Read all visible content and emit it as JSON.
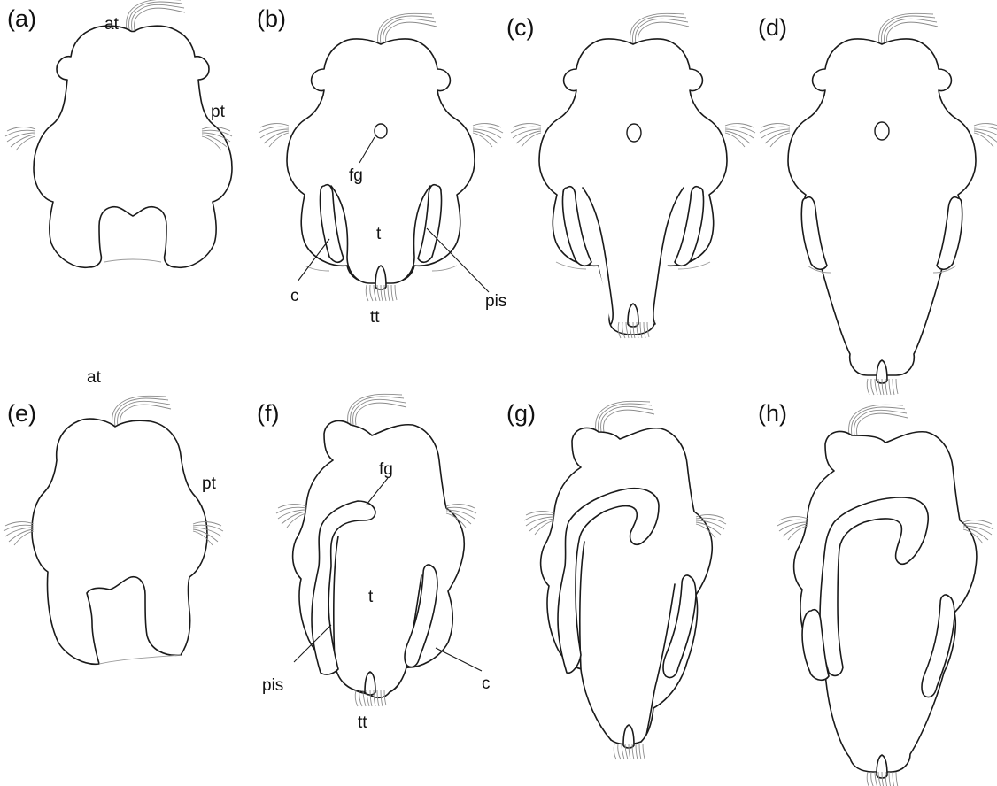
{
  "panels": [
    {
      "id": "a",
      "label": "(a)"
    },
    {
      "id": "b",
      "label": "(b)"
    },
    {
      "id": "c",
      "label": "(c)"
    },
    {
      "id": "d",
      "label": "(d)"
    },
    {
      "id": "e",
      "label": "(e)"
    },
    {
      "id": "f",
      "label": "(f)"
    },
    {
      "id": "g",
      "label": "(g)"
    },
    {
      "id": "h",
      "label": "(h)"
    }
  ],
  "annotations": {
    "a": {
      "at": "at",
      "pt": "pt"
    },
    "b": {
      "fg": "fg",
      "t": "t",
      "c": "c",
      "pis": "pis",
      "tt": "tt"
    },
    "e": {
      "at": "at",
      "pt": "pt"
    },
    "f": {
      "fg": "fg",
      "t": "t",
      "pis": "pis",
      "c": "c",
      "tt": "tt"
    }
  }
}
